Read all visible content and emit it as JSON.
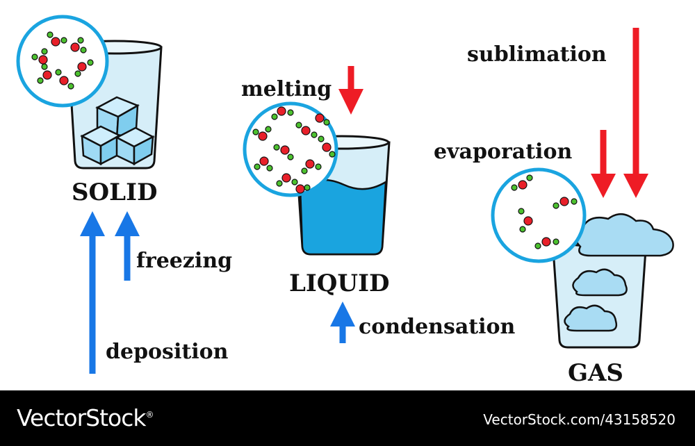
{
  "states": {
    "solid": "SOLID",
    "liquid": "LIQUID",
    "gas": "GAS"
  },
  "processes": {
    "sublimation": "sublimation",
    "melting": "melting",
    "evaporation": "evaporation",
    "freezing": "freezing",
    "condensation": "condensation",
    "deposition": "deposition"
  },
  "colors": {
    "cold": "#1877e6",
    "hot": "#ee1c25",
    "glass": "#bfe6f5",
    "water": "#1aa4df",
    "ring": "#1aa4e0",
    "oxygen": "#e8202a",
    "hydrogen": "#4cc12f"
  },
  "footer": {
    "brand": "VectorStock",
    "registered_mark": "®",
    "credit": "VectorStock.com/43158520"
  }
}
